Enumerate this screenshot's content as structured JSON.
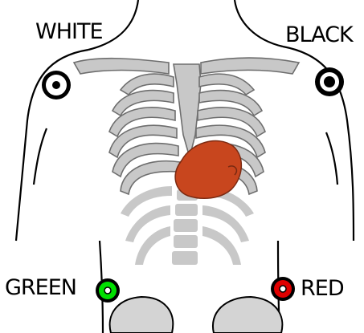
{
  "labels": {
    "white": "WHITE",
    "black": "BLACK",
    "green": "GREEN",
    "red": "RED"
  },
  "electrodes": {
    "white": {
      "fill": "#ffffff",
      "ring": "#000000"
    },
    "black": {
      "fill": "#000000",
      "ring": "#ffffff"
    },
    "green": {
      "fill": "#00e000",
      "ring": "#000000"
    },
    "red": {
      "fill": "#e00000",
      "ring": "#000000"
    }
  },
  "colors": {
    "bone": "#c8c8c8",
    "bone_outline": "#6e6e6e",
    "heart": "#c8461e",
    "outline": "#000000"
  }
}
